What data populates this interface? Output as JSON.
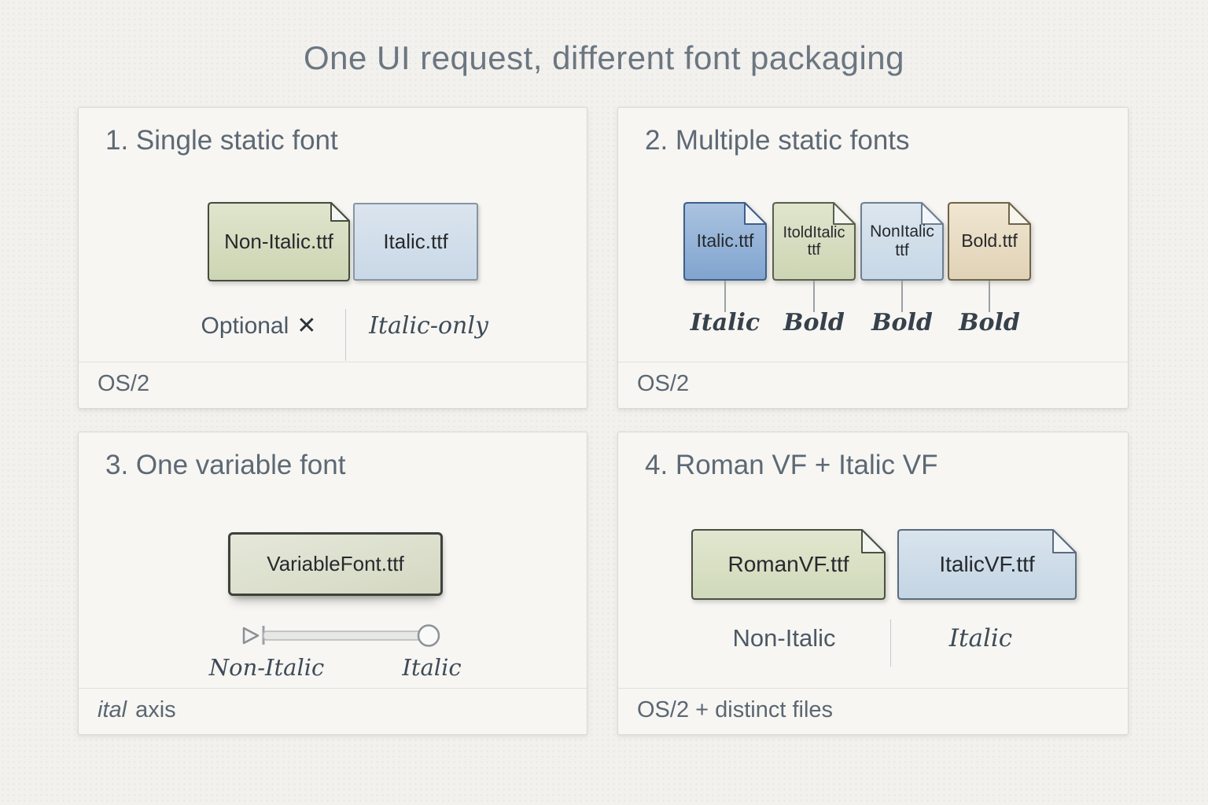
{
  "title": "One UI request, different font packaging",
  "panel1": {
    "heading": "1. Single static font",
    "file1": "Non-Italic.ttf",
    "file2": "Italic.ttf",
    "annotation_left": "Optional",
    "x_mark": "✕",
    "annotation_right": "Italic-only",
    "footer": "OS/2"
  },
  "panel2": {
    "heading": "2. Multiple static fonts",
    "files": [
      {
        "name": "Italic.ttf",
        "tag": "Italic"
      },
      {
        "name": "ItoldItalic ttf",
        "tag": "Bold"
      },
      {
        "name": "NonItalic ttf",
        "tag": "Bold"
      },
      {
        "name": "Bold.ttf",
        "tag": "Bold"
      }
    ],
    "footer": "OS/2"
  },
  "panel3": {
    "heading": "3. One variable font",
    "file1": "VariableFont.ttf",
    "slider_left_label": "Non-Italic",
    "slider_right_label": "Italic",
    "footer_axis_tag": "ital",
    "footer_suffix": "axis"
  },
  "panel4": {
    "heading": "4. Roman VF + Italic VF",
    "file1": "RomanVF.ttf",
    "file2": "ItalicVF.ttf",
    "annotation_left": "Non-Italic",
    "annotation_right": "Italic",
    "footer": "OS/2 + distinct files"
  },
  "colors": {
    "background": "#f2f1ee",
    "panel_background": "#f7f6f3",
    "heading_text": "#5d6974",
    "file_green": "#d5ddc0",
    "file_blue_light": "#d2dfeb",
    "file_blue_medium": "#93b2d8",
    "file_tan": "#e8ddc4",
    "file_sage": "#dde0d0",
    "annotation_text": "#45525e",
    "footer_text": "#5b6772"
  }
}
